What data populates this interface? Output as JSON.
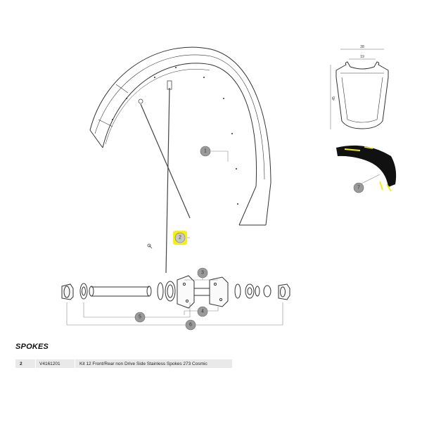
{
  "callouts": {
    "c1": "1",
    "c2": "2",
    "c3": "3",
    "c4": "4",
    "c5": "5",
    "c6": "6",
    "c7": "7"
  },
  "highlight_color": "#f3ef1b",
  "profile": {
    "width_outer": "28",
    "width_inner": "19",
    "height": "45"
  },
  "section": {
    "title": "SPOKES"
  },
  "parts": [
    {
      "position": "2",
      "reference": "V4161201",
      "description": "Kit 12 Front/Rear non Drive Side Stainless Spokes 273 Cosmic"
    }
  ]
}
